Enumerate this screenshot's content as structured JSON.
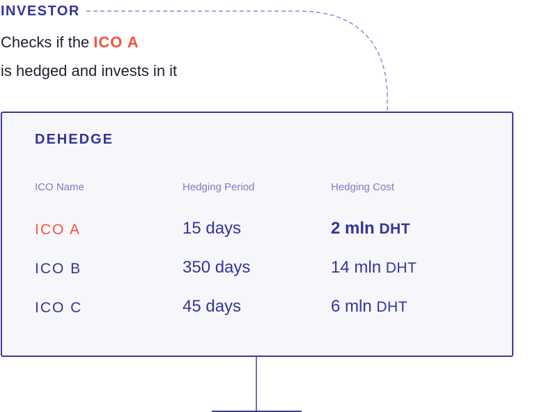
{
  "actor": "INVESTOR",
  "description": {
    "line1_prefix": "Checks if the",
    "line1_highlight": "ICO A",
    "line2": "is hedged and invests in it"
  },
  "panel": {
    "title": "DEHEDGE",
    "headers": [
      "ICO Name",
      "Hedging Period",
      "Hedging Cost"
    ],
    "rows": [
      {
        "name": "ICO A",
        "period": "15 days",
        "cost": "2 mln",
        "unit": "DHT",
        "highlighted": true
      },
      {
        "name": "ICO B",
        "period": "350 days",
        "cost": "14 mln",
        "unit": "DHT",
        "highlighted": false
      },
      {
        "name": "ICO C",
        "period": "45 days",
        "cost": "6 mln",
        "unit": "DHT",
        "highlighted": false
      }
    ]
  },
  "colors": {
    "primary": "#34349a",
    "accent": "#f5533d",
    "panel_bg": "#f6f6fb"
  }
}
